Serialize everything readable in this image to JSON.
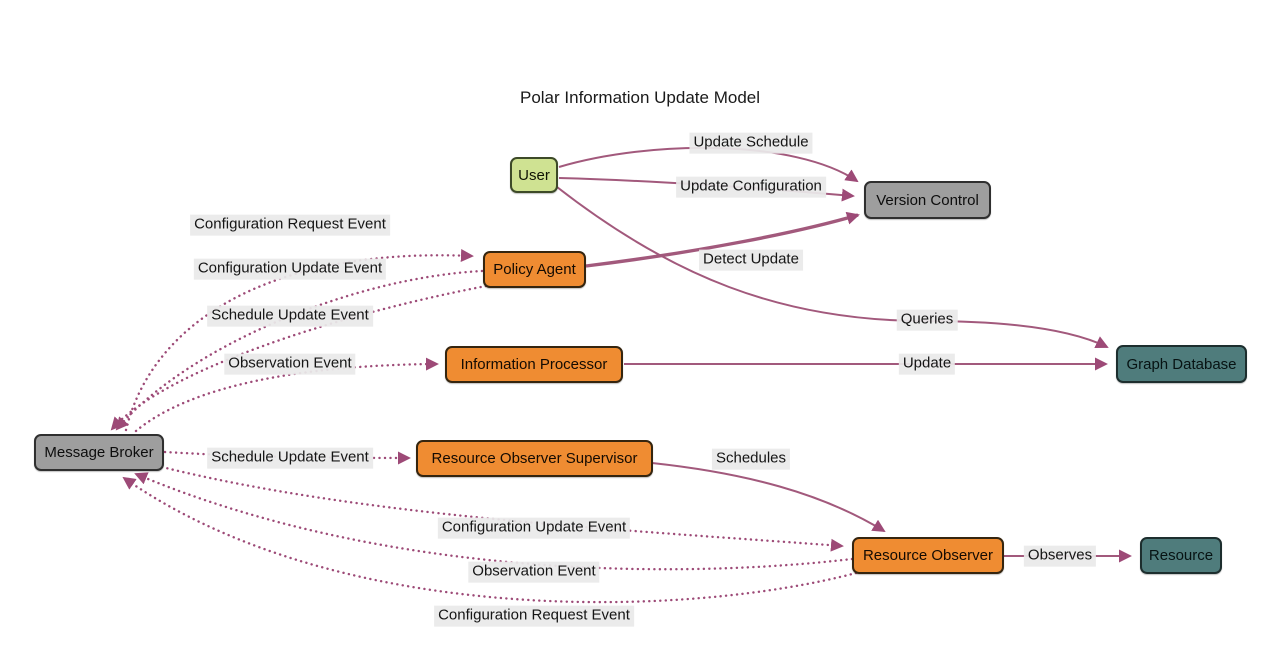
{
  "title": "Polar Information Update Model",
  "diagram": {
    "nodes": {
      "user": {
        "label": "User",
        "type": "green"
      },
      "version_control": {
        "label": "Version Control",
        "type": "gray"
      },
      "policy_agent": {
        "label": "Policy Agent",
        "type": "orange"
      },
      "information_processor": {
        "label": "Information Processor",
        "type": "orange"
      },
      "message_broker": {
        "label": "Message Broker",
        "type": "gray"
      },
      "resource_observer_supervisor": {
        "label": "Resource Observer Supervisor",
        "type": "orange"
      },
      "resource_observer": {
        "label": "Resource Observer",
        "type": "orange"
      },
      "resource": {
        "label": "Resource",
        "type": "teal"
      },
      "graph_database": {
        "label": "Graph Database",
        "type": "teal"
      }
    },
    "edges": [
      {
        "from": "user",
        "to": "version_control",
        "label": "Update Schedule",
        "style": "solid"
      },
      {
        "from": "user",
        "to": "version_control",
        "label": "Update Configuration",
        "style": "solid"
      },
      {
        "from": "policy_agent",
        "to": "version_control",
        "label": "Detect Update",
        "style": "solid"
      },
      {
        "from": "user",
        "to": "graph_database",
        "label": "Queries",
        "style": "solid"
      },
      {
        "from": "information_processor",
        "to": "graph_database",
        "label": "Update",
        "style": "solid"
      },
      {
        "from": "message_broker",
        "to": "policy_agent",
        "label": "Configuration Request Event",
        "style": "dotted"
      },
      {
        "from": "policy_agent",
        "to": "message_broker",
        "label": "Configuration Update Event",
        "style": "dotted"
      },
      {
        "from": "policy_agent",
        "to": "message_broker",
        "label": "Schedule Update Event",
        "style": "dotted"
      },
      {
        "from": "message_broker",
        "to": "information_processor",
        "label": "Observation Event",
        "style": "dotted"
      },
      {
        "from": "message_broker",
        "to": "resource_observer_supervisor",
        "label": "Schedule Update Event",
        "style": "dotted"
      },
      {
        "from": "resource_observer_supervisor",
        "to": "resource_observer",
        "label": "Schedules",
        "style": "solid"
      },
      {
        "from": "message_broker",
        "to": "resource_observer",
        "label": "Configuration Update Event",
        "style": "dotted"
      },
      {
        "from": "resource_observer",
        "to": "message_broker",
        "label": "Observation Event",
        "style": "dotted"
      },
      {
        "from": "resource_observer",
        "to": "message_broker",
        "label": "Configuration Request Event",
        "style": "dotted"
      },
      {
        "from": "resource_observer",
        "to": "resource",
        "label": "Observes",
        "style": "solid"
      }
    ]
  },
  "colors": {
    "background": "#ffffff",
    "edge": "#a2597c",
    "arrowhead": "#9d4a77",
    "node_green": "#cfe292",
    "node_gray": "#9e9e9e",
    "node_orange": "#ef8c32",
    "node_teal": "#4f7c7c",
    "edge_label_background": "#e9e9e9",
    "text": "#111111"
  }
}
